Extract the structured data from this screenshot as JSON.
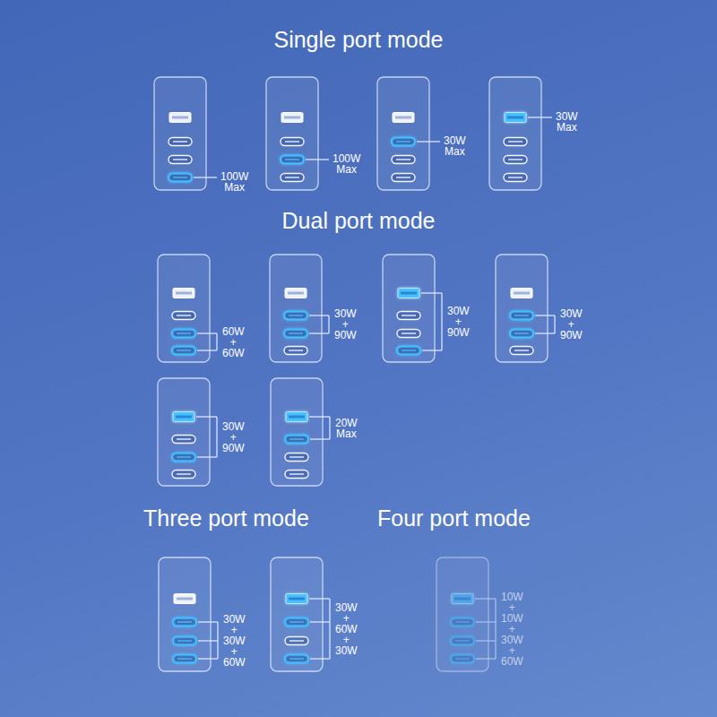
{
  "diagram": {
    "labels": [
      "Single port mode",
      "100W Max",
      "100W Max",
      "30W Max",
      "30W Max",
      "Dual port mode",
      "60W + 60W",
      "30W + 90W",
      "30W + 90W",
      "30W + 90W",
      "30W + 90W",
      "20W Max",
      "Three port mode",
      "Four port mode",
      "30W + 30W + 60W",
      "30W + 60W + 30W",
      "10W + 10W + 30W + 60W"
    ]
  }
}
